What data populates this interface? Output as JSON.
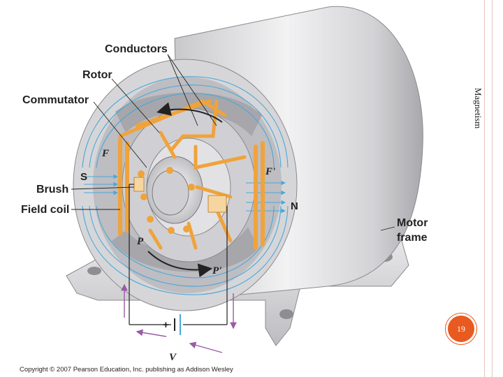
{
  "slide": {
    "vertical_title": "Magnetism",
    "page_number": "19",
    "copyright": "Copyright © 2007 Pearson Education, Inc. publishing as Addison Wesley"
  },
  "labels": {
    "conductors": "Conductors",
    "rotor": "Rotor",
    "commutator": "Commutator",
    "brush": "Brush",
    "field_coil": "Field coil",
    "motor_frame_1": "Motor",
    "motor_frame_2": "frame",
    "f": "F",
    "f_prime": "F'",
    "s": "S",
    "n": "N",
    "p": "P",
    "p_prime": "P'",
    "v": "V",
    "plus": "+"
  },
  "colors": {
    "conductor": "#f0a33a",
    "field_lines": "#4aa8d8",
    "arrows_current": "#9b5aa8",
    "badge": "#e85a1f",
    "frame": "#d9d9dc"
  }
}
